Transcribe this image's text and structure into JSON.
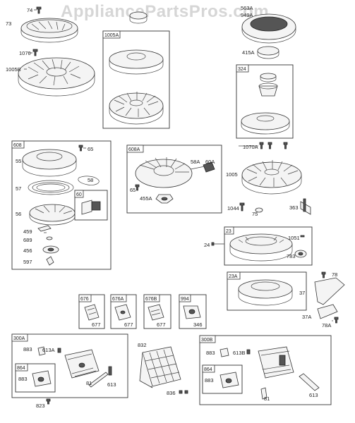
{
  "watermark": "AppliancePartsPros.com",
  "boxes": {
    "b1005A": "1005A",
    "b324": "324",
    "b608": "608",
    "b60": "60",
    "b608A": "608A",
    "b23": "23",
    "b23A": "23A",
    "b676": "676",
    "b676A": "676A",
    "b676B": "676B",
    "b994": "994",
    "b300A": "300A",
    "b864a": "864",
    "b300B": "300B",
    "b864b": "864"
  },
  "labels": {
    "p74": "74",
    "p73": "73",
    "p1070": "1070",
    "p1005B": "1005B",
    "p563A": "563A",
    "p949A": "949A",
    "p415A": "415A",
    "p1070A": "1070A",
    "p1005": "1005",
    "p55": "55",
    "p65a": "65",
    "p57": "57",
    "p58": "58",
    "p56": "56",
    "p459": "459",
    "p689": "689",
    "p456": "456",
    "p597": "597",
    "p58A": "58A",
    "p60A": "60A",
    "p65b": "65",
    "p455A": "455A",
    "p1044": "1044",
    "p75": "75",
    "p363": "363",
    "p24": "24",
    "p1051": "1051",
    "p783": "783",
    "p78": "78",
    "p37": "37",
    "p37A": "37A",
    "p78A": "78A",
    "p677a": "677",
    "p677b": "677",
    "p677c": "677",
    "p346": "346",
    "p883a": "883",
    "p613A": "613A",
    "p883b": "883",
    "p81a": "81",
    "p613a": "613",
    "p823": "823",
    "p832": "832",
    "p836": "836",
    "p883c": "883",
    "p613B": "613B",
    "p883d": "883",
    "p81b": "81",
    "p613b": "613"
  }
}
